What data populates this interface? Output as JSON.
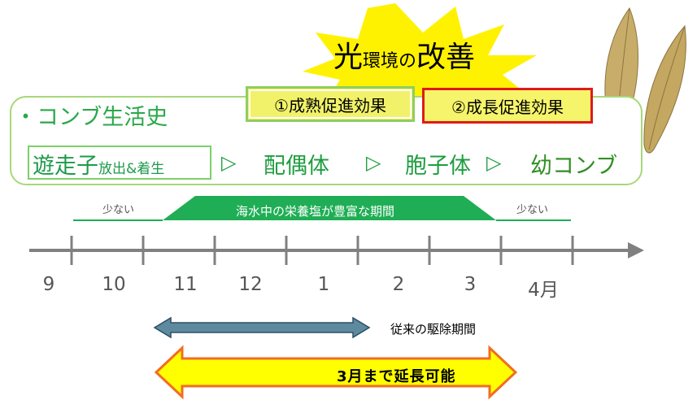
{
  "light": {
    "main_big": "光",
    "main_small": "環境の",
    "main_big2": "改善"
  },
  "effects": [
    {
      "label": "①成熟促進効果"
    },
    {
      "label": "②成長促進効果"
    }
  ],
  "life_history": {
    "title": "・コンブ生活史",
    "stages": [
      {
        "big": "遊走子",
        "small": "放出&着生"
      },
      {
        "label": "配偶体"
      },
      {
        "label": "胞子体"
      },
      {
        "label": "幼コンブ"
      }
    ],
    "separator": "▷"
  },
  "nutrients": {
    "low_left": "少ない",
    "rich": "海水中の栄養塩が豊富な期間",
    "low_right": "少ない"
  },
  "timeline": {
    "months": [
      "9",
      "10",
      "11",
      "12",
      "1",
      "2",
      "3",
      "4月"
    ]
  },
  "periods": {
    "traditional": "従来の駆除期間",
    "extended": "3月まで延長可能"
  },
  "colors": {
    "green": "#1f9d3f",
    "nutrient_band": "#1fae55",
    "star": "#fff200",
    "traditional_arrow": "#5e8aa0",
    "extended_arrow_fill": "#ffff00",
    "extended_arrow_border": "#f26d21"
  }
}
